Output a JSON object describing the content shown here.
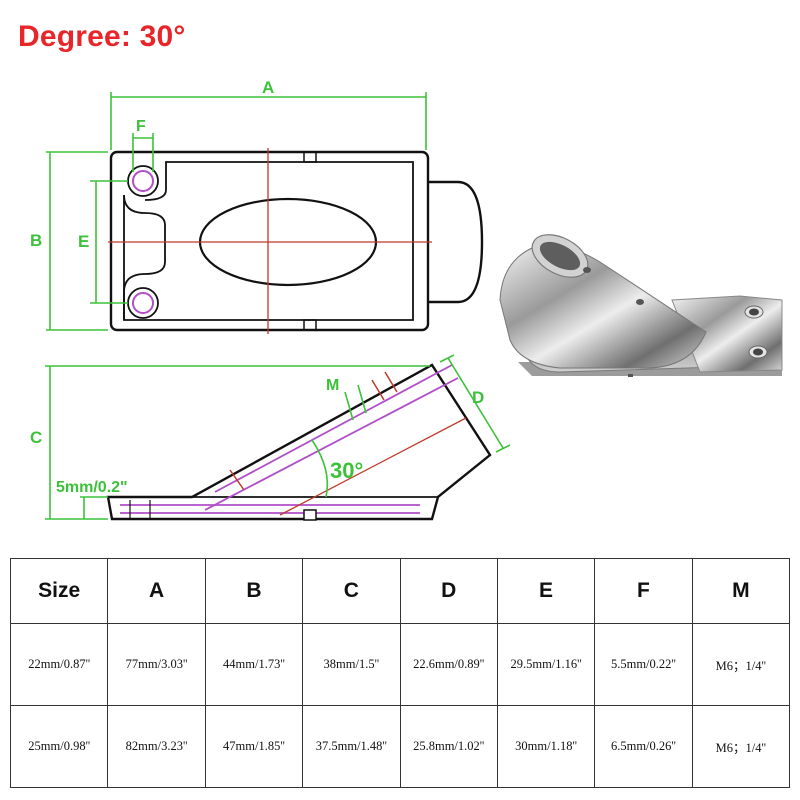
{
  "title": "Degree: 30°",
  "drawing_labels": {
    "a": "A",
    "b": "B",
    "c": "C",
    "d": "D",
    "e": "E",
    "f": "F",
    "m": "M",
    "angle": "30°",
    "thickness": "5mm/0.2\""
  },
  "colors": {
    "dimension": "#3cc23a",
    "centerline": "#c0392b",
    "hidden_line": "#b04fc8",
    "title": "#e8262a"
  },
  "table": {
    "headers": [
      "Size",
      "A",
      "B",
      "C",
      "D",
      "E",
      "F",
      "M"
    ],
    "rows": [
      [
        "22mm/0.87''",
        "77mm/3.03''",
        "44mm/1.73''",
        "38mm/1.5''",
        "22.6mm/0.89''",
        "29.5mm/1.16''",
        "5.5mm/0.22''",
        "M6；1/4''"
      ],
      [
        "25mm/0.98''",
        "82mm/3.23''",
        "47mm/1.85''",
        "37.5mm/1.48''",
        "25.8mm/1.02''",
        "30mm/1.18''",
        "6.5mm/0.26''",
        "M6；1/4''"
      ]
    ]
  }
}
